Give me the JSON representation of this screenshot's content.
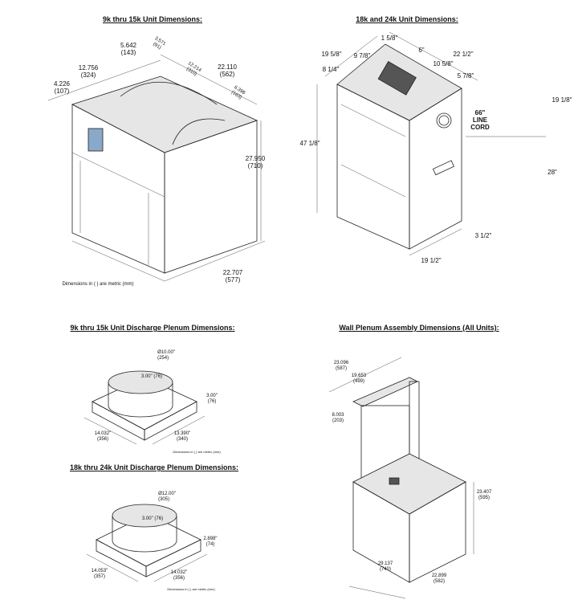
{
  "sections": {
    "unit_small": {
      "title": "9k thru 15k Unit Dimensions:",
      "dims": [
        "5.642\n(143)",
        "3.571\n(91)",
        "12.756\n(324)",
        "12.214\n(310)",
        "22.110\n(562)",
        "4.226\n(107)",
        "6.398\n(163)",
        "27.950\n(710)",
        "22.707\n(577)"
      ],
      "note": "Dimensions in ( ) are metric (mm)"
    },
    "unit_large": {
      "title": "18k and 24k Unit Dimensions:",
      "dims": [
        "1 5/8\"",
        "19 5/8\"",
        "9 7/8\"",
        "6\"",
        "22 1/2\"",
        "10 5/8\"",
        "8 1/4\"",
        "5 7/8\"",
        "19 1/8\"",
        "66\"\nLINE\nCORD",
        "47 1/8\"",
        "28\"",
        "3 1/2\"",
        "19 1/2\""
      ]
    },
    "plenum_small": {
      "title": "9k thru 15k Unit Discharge Plenum Dimensions:",
      "dims": [
        "Ø10.00\"\n(254)",
        "3.00\" (76)",
        "3.00\"\n(76)",
        "14.032\"\n(356)",
        "13.390\"\n(340)"
      ],
      "note": "Dimensions in ( ) are metric (mm)"
    },
    "plenum_large": {
      "title": "18k thru 24k Unit Discharge Plenum Dimensions:",
      "dims": [
        "Ø12.00\"\n(305)",
        "3.00\" (76)",
        "2.898\"\n(74)",
        "14.053\"\n(357)",
        "14.032\"\n(356)"
      ],
      "note": "Dimensions in ( ) are metric (mm)"
    },
    "wall_plenum": {
      "title": "Wall Plenum Assembly Dimensions (All Units):",
      "dims": [
        "23.096\n(587)",
        "19.653\n(499)",
        "8.003\n(203)",
        "23.407\n(595)",
        "29.137\n(740)",
        "22.899\n(582)"
      ]
    }
  }
}
